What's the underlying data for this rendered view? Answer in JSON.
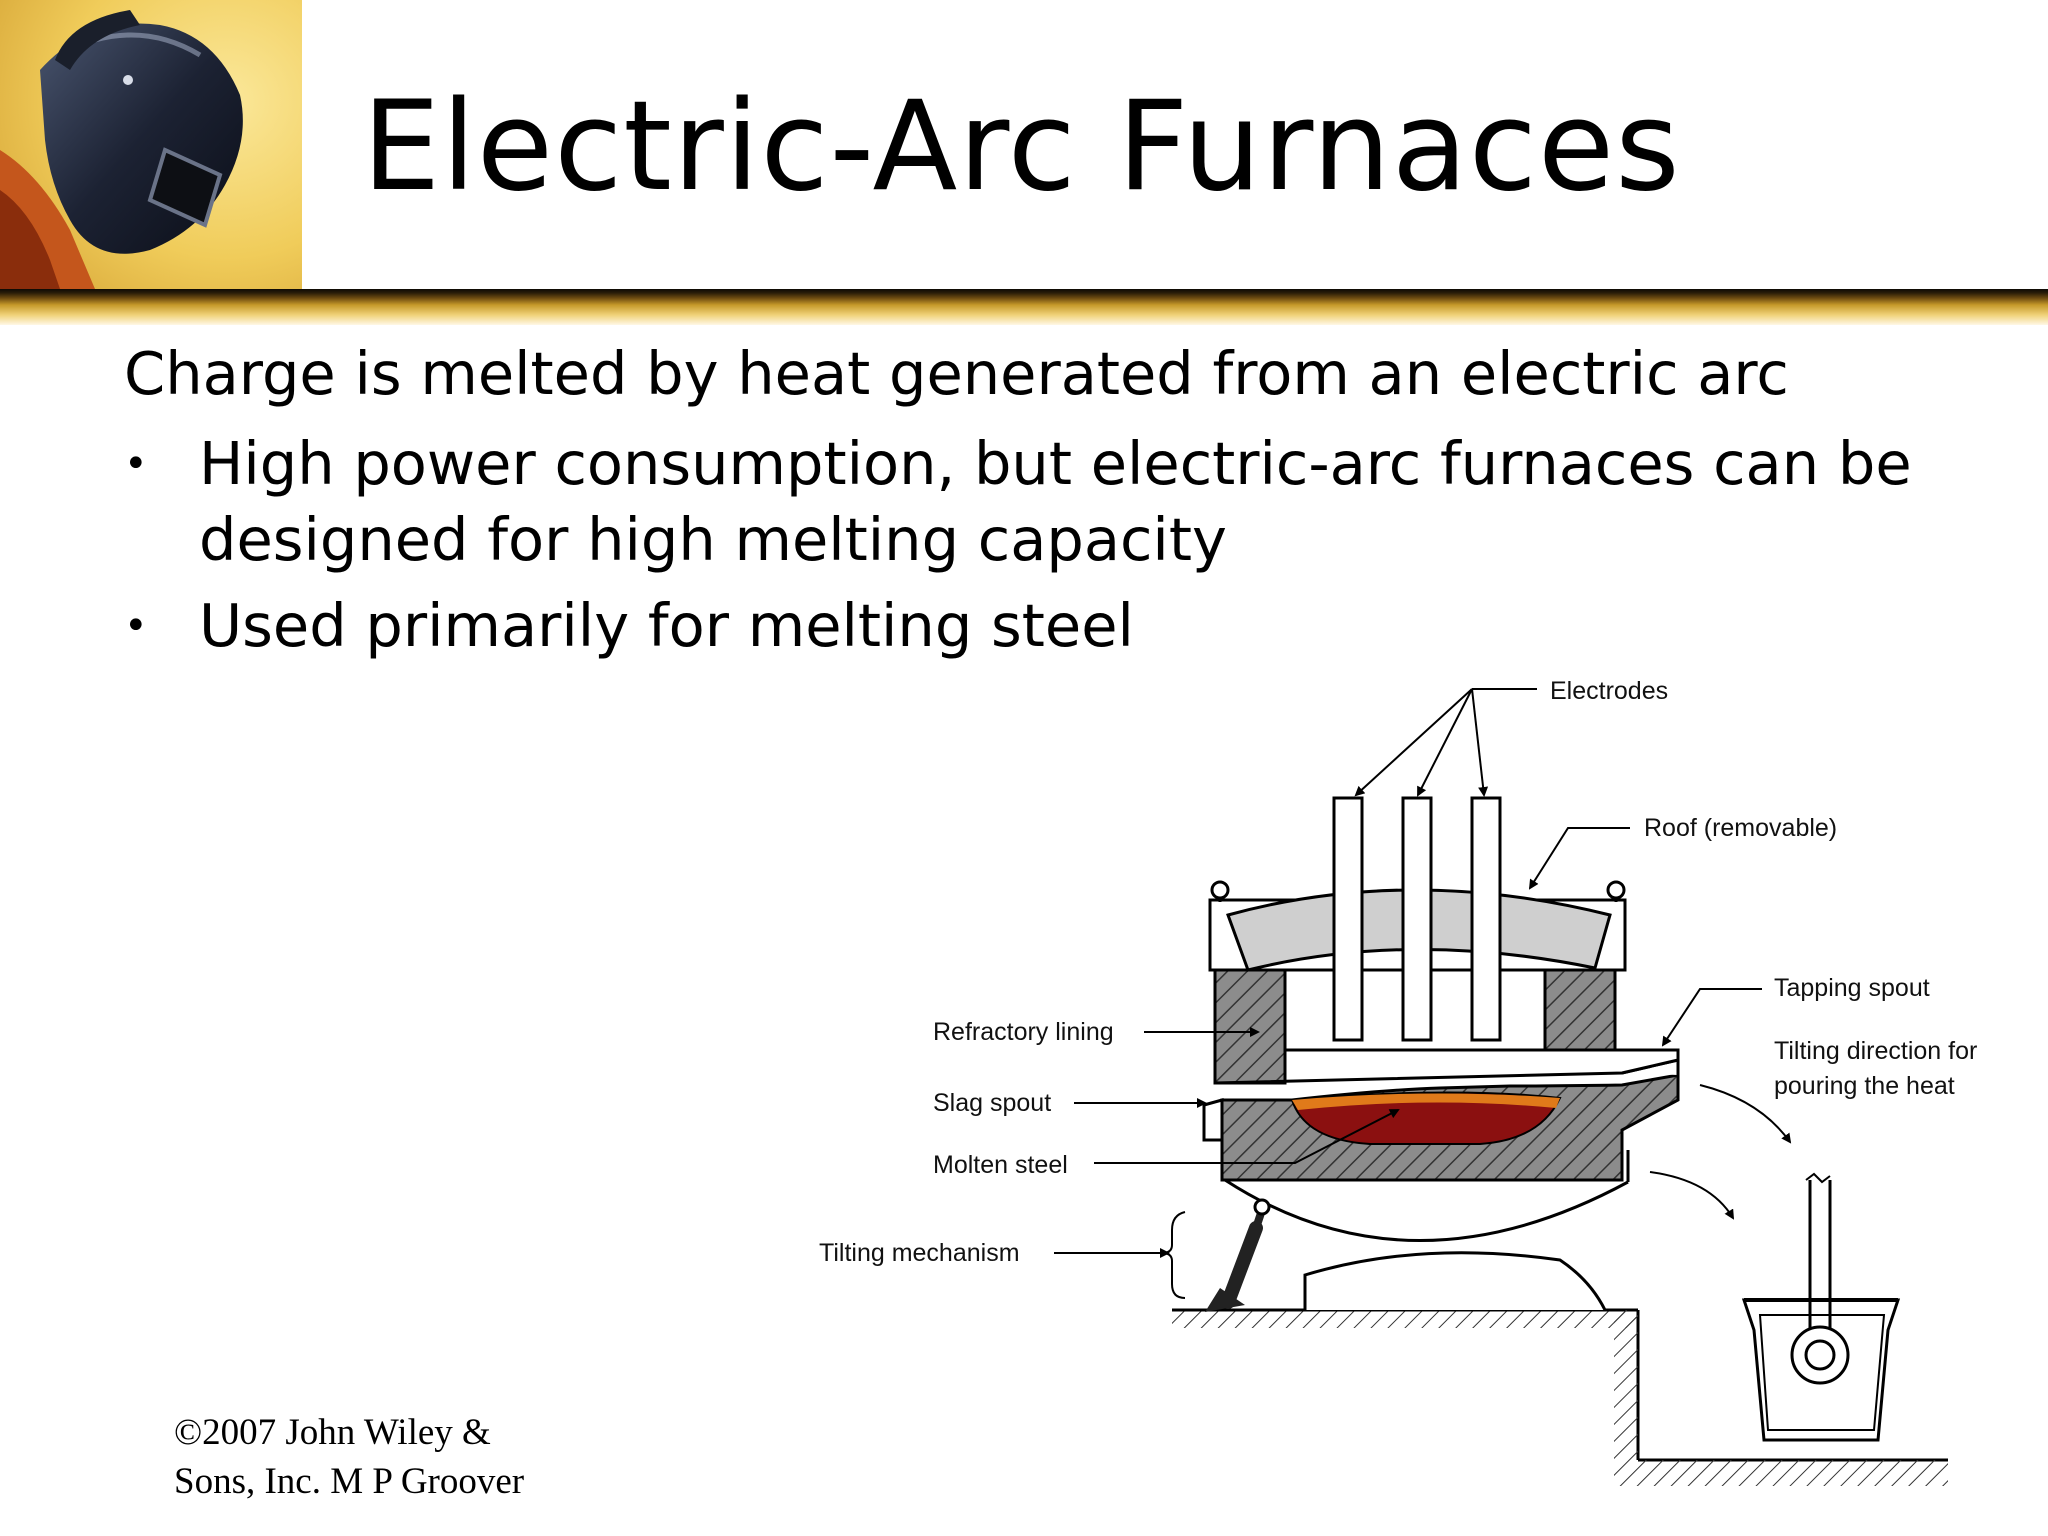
{
  "slide": {
    "title": "Electric-Arc Furnaces",
    "intro": "Charge is melted by heat generated from an electric arc",
    "bullets": [
      "High power consumption, but electric-arc furnaces can be designed for high melting capacity",
      "Used primarily for melting steel"
    ],
    "bullet_marker": "•",
    "copyright": "©2007 John Wiley & Sons, Inc.  M P Groover"
  },
  "diagram": {
    "labels": {
      "electrodes": "Electrodes",
      "roof": "Roof (removable)",
      "tapping_spout": "Tapping spout",
      "tilting_direction_line1": "Tilting direction for",
      "tilting_direction_line2": "pouring the heat",
      "refractory_lining": "Refractory lining",
      "slag_spout": "Slag spout",
      "molten_steel": "Molten steel",
      "tilting_mechanism": "Tilting mechanism"
    }
  },
  "colors": {
    "header_bar": "#c69a2a",
    "corner_photo_bg": "#f2d36a",
    "molten_metal": "#8b1010",
    "slag": "#e07a1a",
    "refractory": "#8c8c8c",
    "roof": "#cfcfcf"
  },
  "icons": {
    "corner_photo": "welder-helmet-icon"
  }
}
